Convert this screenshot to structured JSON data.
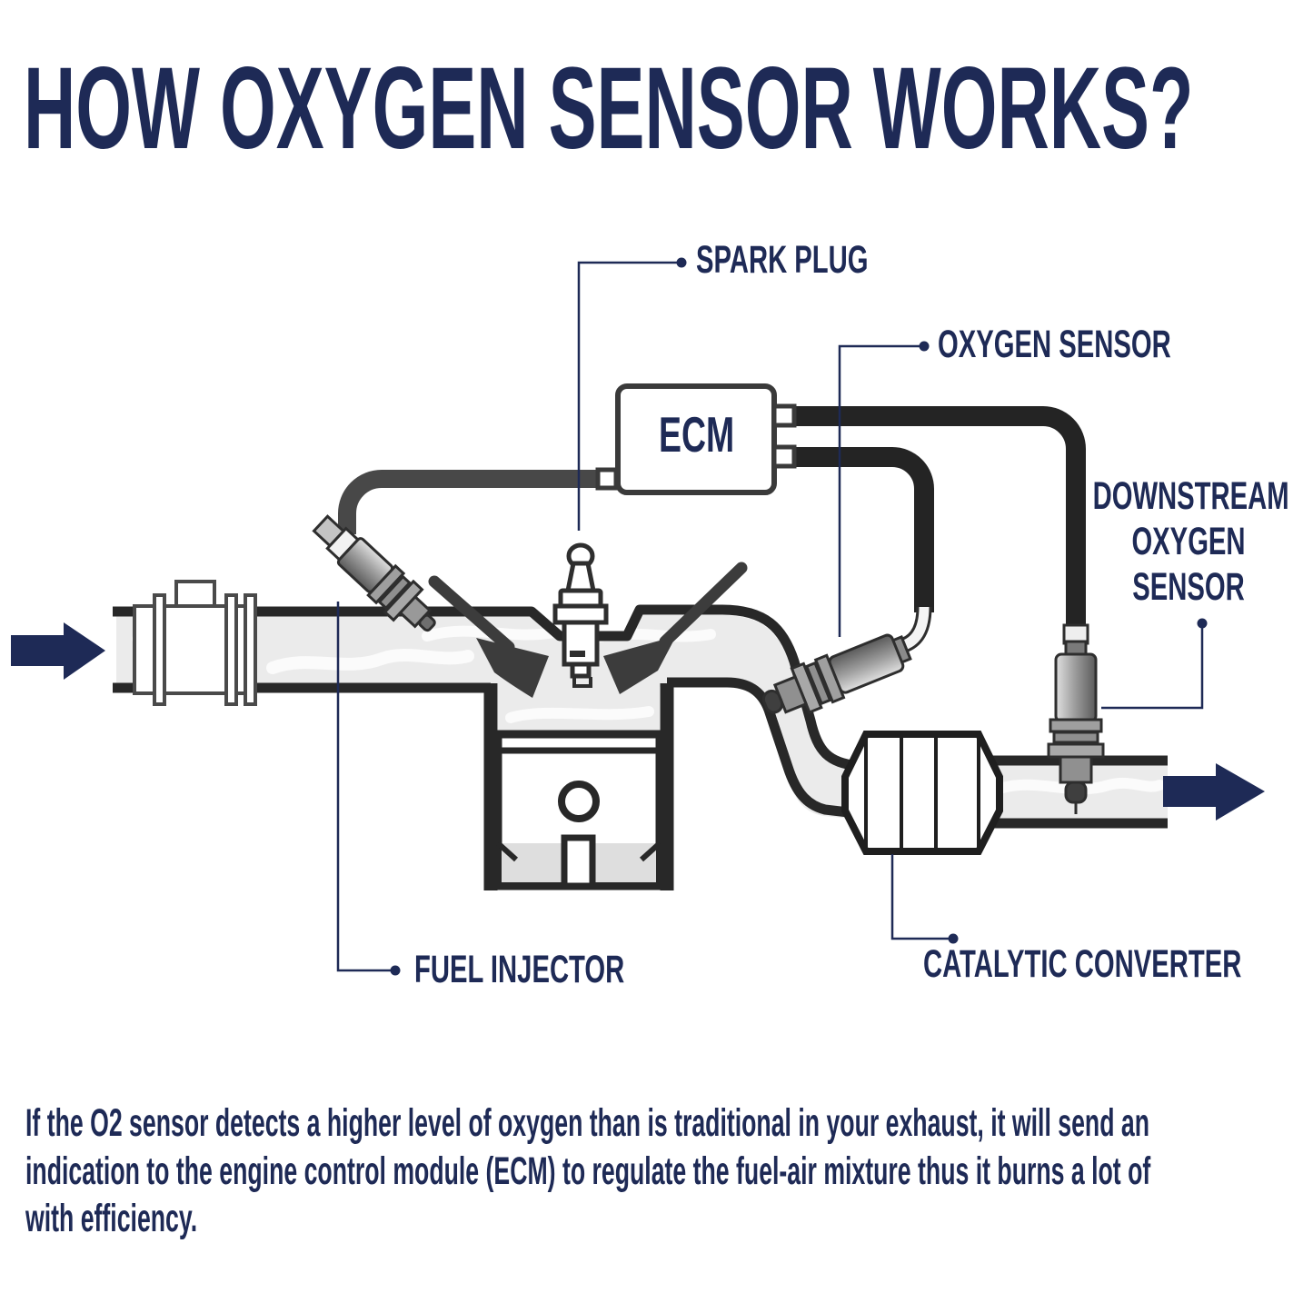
{
  "title": "HOW OXYGEN SENSOR WORKS?",
  "colors": {
    "accent_navy": "#1e2a56",
    "outline_dark": "#282828",
    "cable_black": "#242424",
    "injector_cable_gray": "#4a4a4a",
    "pipe_interior": "#ebebeb",
    "metal_light": "#dcdcdc",
    "metal_dark": "#5a5a5a"
  },
  "diagram": {
    "ecm": {
      "label": "ECM"
    },
    "labels": {
      "spark_plug": "SPARK PLUG",
      "oxygen_sensor": "OXYGEN SENSOR",
      "downstream": [
        "DOWNSTREAM",
        "OXYGEN",
        "SENSOR"
      ],
      "fuel_injector": "FUEL INJECTOR",
      "catalytic_converter": "CATALYTIC CONVERTER"
    },
    "icons": {
      "flow_in": "right-arrow",
      "flow_out": "right-arrow"
    }
  },
  "caption": {
    "lines": [
      "If the O2 sensor detects a higher level of oxygen than is traditional in your exhaust, it will send an",
      "indication to the engine control module (ECM) to regulate the fuel-air mixture thus it burns a lot of",
      "with efficiency."
    ]
  }
}
